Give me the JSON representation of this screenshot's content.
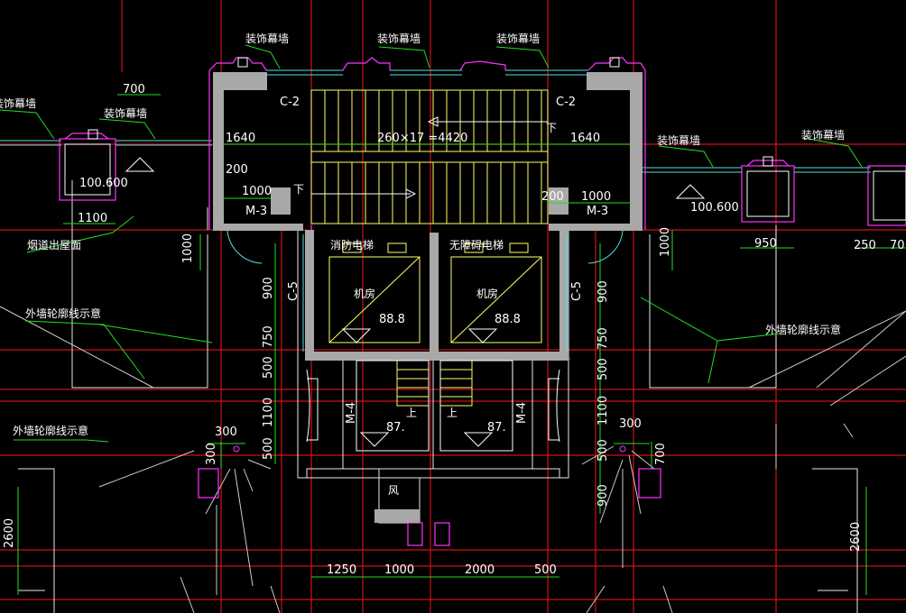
{
  "drawing": {
    "background": "#000000",
    "colors": {
      "axis_red": "#d0101a",
      "dim_green": "#22dd22",
      "wall_grey": "#a8a8a8",
      "stair_yellow": "#ffff66",
      "frame_white": "#ffffff",
      "curtain_cyan": "#55e0e0",
      "magenta": "#ff33ff",
      "text_white": "#ffffff"
    },
    "labels": {
      "curtain_wall": "装饰幕墙",
      "flue_outlet": "烟道出屋面",
      "outer_wall_outline": "外墙轮廓线示意",
      "fire_elevator_room": "消防电梯",
      "nonfire_elevator_room": "无障碍电梯",
      "machine_room": "机房",
      "wind": "风",
      "window_c2": "C-2",
      "window_c5": "C-5",
      "door_m3": "M-3",
      "door_m4": "M-4",
      "down_mark": "下",
      "up_mark": "上"
    },
    "elevations": {
      "left_flue": "100.600",
      "right_flue": "100.600",
      "machine_room_left": "88.8",
      "machine_room_right": "88.8",
      "shaft_left": "87.",
      "shaft_right": "87."
    },
    "dimensions": {
      "d700": "700",
      "d1640_left": "1640",
      "d1640_right": "1640",
      "stair_run": "260×17 =4420",
      "d200_left": "200",
      "d200_right": "200",
      "d1000_left": "1000",
      "d1000_right": "1000",
      "d1100": "1100",
      "d950": "950",
      "d250": "250",
      "d70": "70",
      "v1000_left": "1000",
      "v1000_right": "1000",
      "v900": "900",
      "v750": "750",
      "v500": "500",
      "v1100": "1100",
      "v500b": "500",
      "v900b": "900",
      "d300_left": "300",
      "d300_right": "300",
      "v300": "300",
      "v700": "700",
      "v2600_left": "2600",
      "v2600_right": "2600",
      "b1250": "1250",
      "b1000": "1000",
      "b2000": "2000",
      "b500": "500"
    }
  }
}
